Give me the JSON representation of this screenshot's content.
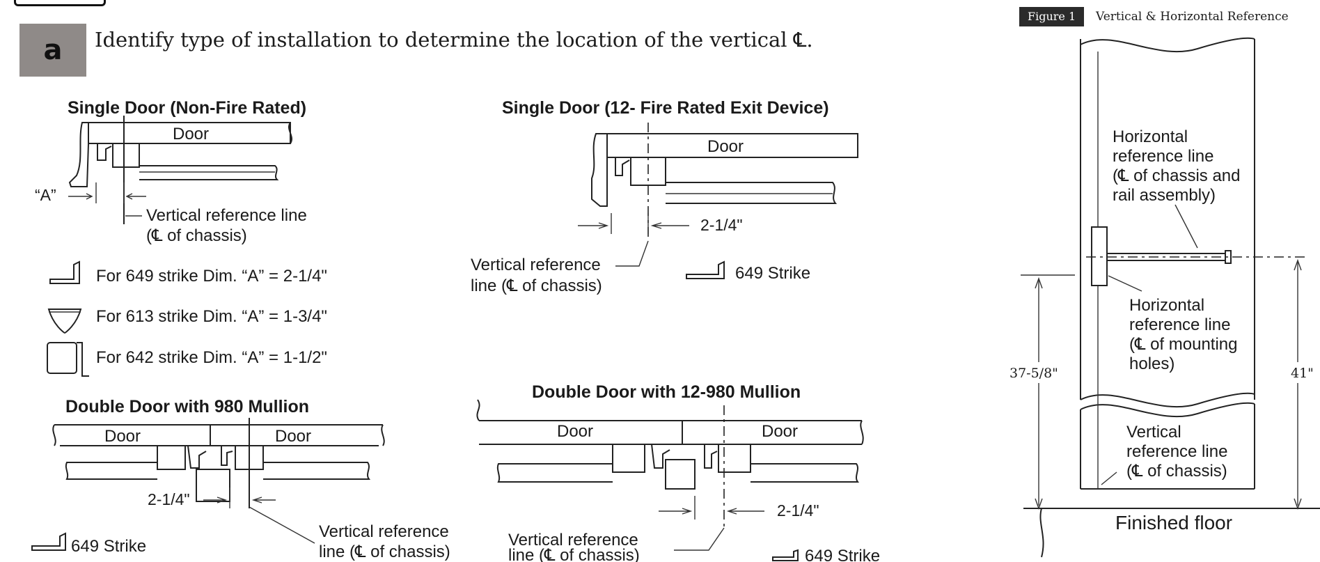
{
  "step": {
    "badge": "a",
    "instruction": "Identify type of installation to determine the location of the vertical ℄."
  },
  "figure": {
    "badge": "Figure 1",
    "title": "Vertical & Horizontal Reference",
    "labels": {
      "horiz_ref_1": [
        "Horizontal",
        "reference line",
        "(℄ of chassis and",
        "rail assembly)"
      ],
      "horiz_ref_2": [
        "Horizontal",
        "reference line",
        "(℄ of mounting",
        "holes)"
      ],
      "vert_ref": [
        "Vertical",
        "reference line",
        "(℄ of chassis)"
      ],
      "dim_left": "37-5/8\"",
      "dim_right": "41\"",
      "floor": "Finished floor"
    }
  },
  "diagrams": {
    "single_nonfire": {
      "title": "Single Door (Non-Fire Rated)",
      "door": "Door",
      "dim_a": "“A”",
      "ref_line": [
        "Vertical reference line",
        "(℄ of chassis)"
      ],
      "strikes": [
        {
          "icon": "649-strike-icon",
          "text": "For 649 strike Dim. “A” = 2-1/4\""
        },
        {
          "icon": "613-strike-icon",
          "text": "For 613 strike Dim. “A” = 1-3/4\""
        },
        {
          "icon": "642-strike-icon",
          "text": "For 642 strike Dim. “A” = 1-1/2\""
        }
      ]
    },
    "single_fire": {
      "title": "Single Door (12- Fire Rated Exit Device)",
      "door": "Door",
      "dim": "2-1/4\"",
      "ref_line": [
        "Vertical reference",
        "line (℄ of chassis)"
      ],
      "strike": "649 Strike"
    },
    "double_980": {
      "title": "Double Door with 980 Mullion",
      "door_left": "Door",
      "door_right": "Door",
      "dim": "2-1/4\"",
      "ref_line": [
        "Vertical reference",
        "line (℄ of chassis)"
      ],
      "strike": "649 Strike"
    },
    "double_12_980": {
      "title": "Double Door with 12-980 Mullion",
      "door_left": "Door",
      "door_right": "Door",
      "dim": "2-1/4\"",
      "ref_line": [
        "Vertical reference",
        "line (℄ of chassis)"
      ],
      "strike": "649 Strike"
    }
  }
}
